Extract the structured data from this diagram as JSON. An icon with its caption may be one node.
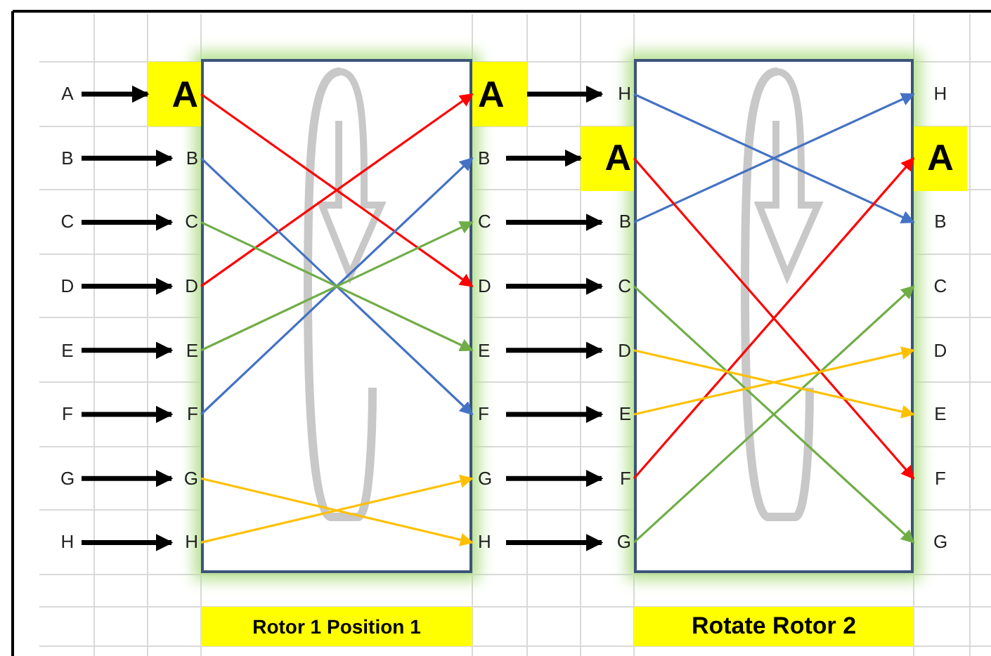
{
  "diagram": {
    "nodes": [
      {
        "text": [
          "A"
        ]
      },
      {
        "text": [
          "B"
        ]
      },
      {
        "text": [
          "C"
        ]
      },
      {
        "text": [
          "D"
        ]
      },
      {
        "text": [
          "E"
        ]
      },
      {
        "text": [
          "F"
        ]
      },
      {
        "text": [
          "G"
        ]
      },
      {
        "text": [
          "H"
        ]
      },
      {
        "text": [
          "A"
        ]
      },
      {
        "text": [
          "B"
        ]
      },
      {
        "text": [
          "C"
        ]
      },
      {
        "text": [
          "D"
        ]
      },
      {
        "text": [
          "E"
        ]
      },
      {
        "text": [
          "F"
        ]
      },
      {
        "text": [
          "G"
        ]
      },
      {
        "text": [
          "H"
        ]
      },
      {
        "text": [
          "A"
        ]
      },
      {
        "text": [
          "B"
        ]
      },
      {
        "text": [
          "C"
        ]
      },
      {
        "text": [
          "D"
        ]
      },
      {
        "text": [
          "E"
        ]
      },
      {
        "text": [
          "F"
        ]
      },
      {
        "text": [
          "G"
        ]
      },
      {
        "text": [
          "H"
        ]
      },
      {
        "text": [
          "H"
        ]
      },
      {
        "text": [
          "A"
        ]
      },
      {
        "text": [
          "B"
        ]
      },
      {
        "text": [
          "C"
        ]
      },
      {
        "text": [
          "D"
        ]
      },
      {
        "text": [
          "E"
        ]
      },
      {
        "text": [
          "F"
        ]
      },
      {
        "text": [
          "G"
        ]
      },
      {
        "text": [
          "H"
        ]
      },
      {
        "text": [
          "A"
        ]
      },
      {
        "text": [
          "B"
        ]
      },
      {
        "text": [
          "C"
        ]
      },
      {
        "text": [
          "D"
        ]
      },
      {
        "text": [
          "E"
        ]
      },
      {
        "text": [
          "F"
        ]
      },
      {
        "text": [
          "G"
        ]
      }
    ],
    "edges": [
      {
        "from": 0,
        "to": 8,
        "arrow": "to",
        "style": "thick"
      },
      {
        "from": 1,
        "to": 9,
        "arrow": "to",
        "style": "thick"
      },
      {
        "from": 2,
        "to": 10,
        "arrow": "to",
        "style": "thick"
      },
      {
        "from": 3,
        "to": 11,
        "arrow": "to",
        "style": "thick"
      },
      {
        "from": 4,
        "to": 12,
        "arrow": "to",
        "style": "thick"
      },
      {
        "from": 5,
        "to": 13,
        "arrow": "to",
        "style": "thick"
      },
      {
        "from": 6,
        "to": 14,
        "arrow": "to",
        "style": "thick"
      },
      {
        "from": 7,
        "to": 15,
        "arrow": "to",
        "style": "thick"
      },
      {
        "from": 8,
        "to": 19,
        "arrow": "to",
        "color": "#ff0000"
      },
      {
        "from": 11,
        "to": 16,
        "arrow": "to",
        "color": "#ff0000"
      },
      {
        "from": 9,
        "to": 21,
        "arrow": "to",
        "color": "#4472c4"
      },
      {
        "from": 13,
        "to": 17,
        "arrow": "to",
        "color": "#4472c4"
      },
      {
        "from": 10,
        "to": 20,
        "arrow": "to",
        "color": "#70ad47"
      },
      {
        "from": 12,
        "to": 18,
        "arrow": "to",
        "color": "#70ad47"
      },
      {
        "from": 14,
        "to": 23,
        "arrow": "to",
        "color": "#ffc000"
      },
      {
        "from": 15,
        "to": 22,
        "arrow": "to",
        "color": "#ffc000"
      },
      {
        "from": 16,
        "to": 24,
        "arrow": "to",
        "style": "thick"
      },
      {
        "from": 17,
        "to": 25,
        "arrow": "to",
        "style": "thick"
      },
      {
        "from": 18,
        "to": 26,
        "arrow": "to",
        "style": "thick"
      },
      {
        "from": 19,
        "to": 27,
        "arrow": "to",
        "style": "thick"
      },
      {
        "from": 20,
        "to": 28,
        "arrow": "to",
        "style": "thick"
      },
      {
        "from": 21,
        "to": 29,
        "arrow": "to",
        "style": "thick"
      },
      {
        "from": 22,
        "to": 30,
        "arrow": "to",
        "style": "thick"
      },
      {
        "from": 23,
        "to": 31,
        "arrow": "to",
        "style": "thick"
      },
      {
        "from": 24,
        "to": 34,
        "arrow": "to",
        "color": "#4472c4"
      },
      {
        "from": 26,
        "to": 32,
        "arrow": "to",
        "color": "#4472c4"
      },
      {
        "from": 25,
        "to": 38,
        "arrow": "to",
        "color": "#ff0000"
      },
      {
        "from": 30,
        "to": 33,
        "arrow": "to",
        "color": "#ff0000"
      },
      {
        "from": 27,
        "to": 39,
        "arrow": "to",
        "color": "#70ad47"
      },
      {
        "from": 31,
        "to": 35,
        "arrow": "to",
        "color": "#70ad47"
      },
      {
        "from": 28,
        "to": 37,
        "arrow": "to",
        "color": "#ffc000"
      },
      {
        "from": 29,
        "to": 36,
        "arrow": "to",
        "color": "#ffc000"
      }
    ],
    "labels": [
      "Rotor 1 Position 1",
      "Rotate Rotor 2"
    ]
  }
}
